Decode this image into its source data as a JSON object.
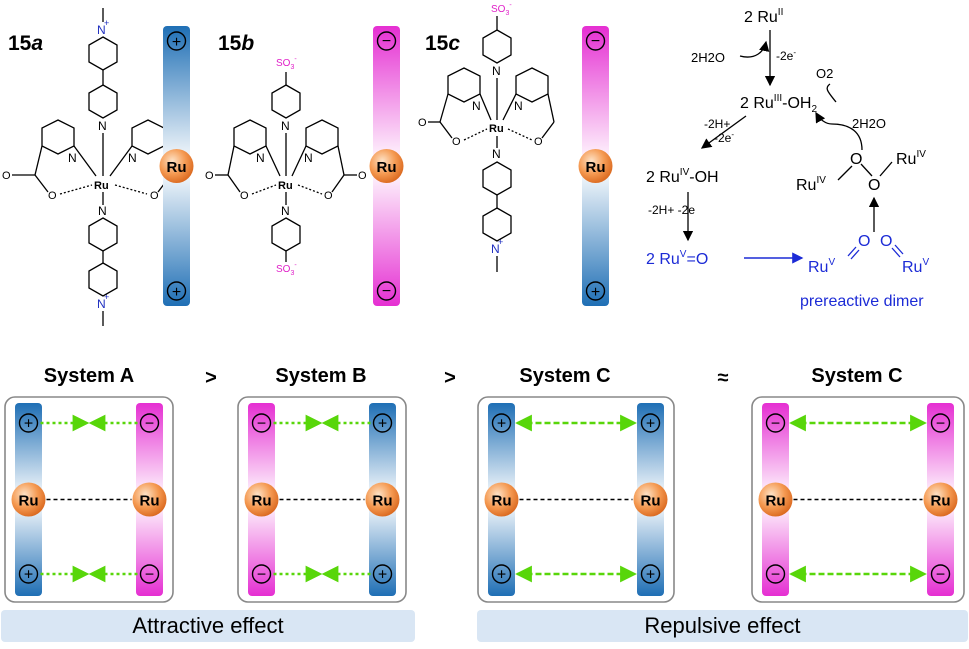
{
  "compounds": [
    {
      "label": "15a",
      "num": "15",
      "letter": "a",
      "top_sub": "N",
      "bottom_sub": "N",
      "top_charge": "+",
      "bottom_charge": "+"
    },
    {
      "label": "15b",
      "num": "15",
      "letter": "b",
      "top_sub": "SO3-",
      "bottom_sub": "SO3-"
    },
    {
      "label": "15c",
      "num": "15",
      "letter": "c",
      "top_sub": "SO3-",
      "bottom_sub": "N"
    }
  ],
  "ru_label": "Ru",
  "atoms": {
    "N": "N",
    "O": "O",
    "metal": "Ru",
    "so3": "SO",
    "so3_sub": "3",
    "so3_sup": "-",
    "plus": "+"
  },
  "bars": [
    {
      "id": "15a",
      "top": "+",
      "bottom": "+",
      "color": "#2a7fc0"
    },
    {
      "id": "15b",
      "top": "−",
      "bottom": "−",
      "color": "#e636d4"
    },
    {
      "id": "15c",
      "top": "−",
      "bottom": "+",
      "color_top": "#e636d4",
      "color_bottom": "#2a7fc0"
    }
  ],
  "mechanism": {
    "step1": {
      "prefix": "2 Ru",
      "sup": "II"
    },
    "water1": "2H2O",
    "e1": "-2e",
    "step2": {
      "prefix": "2 Ru",
      "sup": "III",
      "suffix": "-OH",
      "sub": "2"
    },
    "o2": "O2",
    "water2": "2H2O",
    "h1": "-2H+",
    "e2": "-2e",
    "step3": {
      "prefix": "2 Ru",
      "sup": "IV",
      "suffix": "-OH"
    },
    "peroxo": {
      "left": "Ru",
      "left_sup": "IV",
      "right": "Ru",
      "right_sup": "IV",
      "o": "O"
    },
    "h2": "-2H+ -2e",
    "step4": {
      "prefix": "2 Ru",
      "sup": "V",
      "suffix": "=O"
    },
    "dimer": {
      "left": "Ru",
      "left_sup": "V",
      "right": "Ru",
      "right_sup": "V",
      "o": "O"
    },
    "dimer_label": "prereactive dimer"
  },
  "systems": [
    {
      "title": "System A",
      "left_bar": "blue",
      "right_bar": "pink",
      "left_top": "+",
      "left_bottom": "+",
      "right_top": "−",
      "right_bottom": "−",
      "arrow": "attractive"
    },
    {
      "title": "System B",
      "left_bar": "pink",
      "right_bar": "blue",
      "left_top": "−",
      "left_bottom": "−",
      "right_top": "+",
      "right_bottom": "+",
      "arrow": "attractive"
    },
    {
      "title": "System C",
      "left_bar": "blue",
      "right_bar": "blue",
      "left_top": "+",
      "left_bottom": "+",
      "right_top": "+",
      "right_bottom": "+",
      "arrow": "repulsive"
    },
    {
      "title": "System C",
      "left_bar": "pink",
      "right_bar": "pink",
      "left_top": "−",
      "left_bottom": "−",
      "right_top": "−",
      "right_bottom": "−",
      "arrow": "repulsive"
    }
  ],
  "comparators": [
    ">",
    ">",
    "≈"
  ],
  "effects": {
    "attractive": "Attractive effect",
    "repulsive": "Repulsive effect"
  },
  "colors": {
    "blue": "#2a7fc0",
    "pink": "#e636d4",
    "ru": "#f28a3a",
    "green": "#58d60a",
    "mech_blue": "#1c2bd6",
    "effect_bg": "#d9e6f4"
  }
}
